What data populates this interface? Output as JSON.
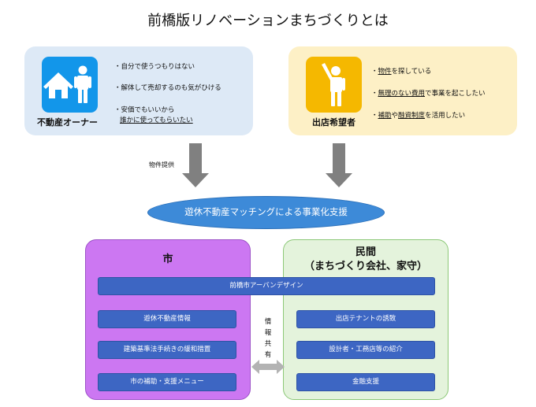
{
  "title": "前橋版リノベーションまちづくりとは",
  "owner": {
    "label": "不動産オーナー",
    "bullets": [
      {
        "line1": "・自分で使うつもりはない"
      },
      {
        "line1": "・解体して売却するのも気がひける"
      },
      {
        "line1": "・安価でもいいから",
        "line2": "誰かに使ってもらいたい"
      }
    ]
  },
  "seeker": {
    "label": "出店希望者",
    "b1": {
      "u": "物件",
      "rest": "を探している"
    },
    "b2": {
      "u": "無理のない費用",
      "rest": "で事業を起こしたい"
    },
    "b3": {
      "u1": "補助",
      "mid": "や",
      "u2": "融資制度",
      "rest": "を活用したい"
    }
  },
  "arrow_label": "物件提供",
  "matching": "遊休不動産マッチングによる事業化支援",
  "city": {
    "heading": "市",
    "items": [
      "遊休不動産情報",
      "建築基準法手続きの緩和措置",
      "市の補助・支援メニュー"
    ]
  },
  "private": {
    "heading1": "民間",
    "heading2": "（まちづくり会社、家守）",
    "items": [
      "出店テナントの誘致",
      "設計者・工務店等の紹介",
      "金融支援"
    ]
  },
  "shared": "前橋市アーバンデザイン",
  "info_share": [
    "情",
    "報",
    "共",
    "有"
  ],
  "colors": {
    "owner_bg": "#dde9f6",
    "seeker_bg": "#fdf0c6",
    "owner_icon": "#1296ea",
    "seeker_icon": "#f5b800",
    "city_bg": "#cc77f2",
    "private_bg": "#e4f3dc",
    "pill": "#3d66c3",
    "matching": "#3d8ad8"
  }
}
